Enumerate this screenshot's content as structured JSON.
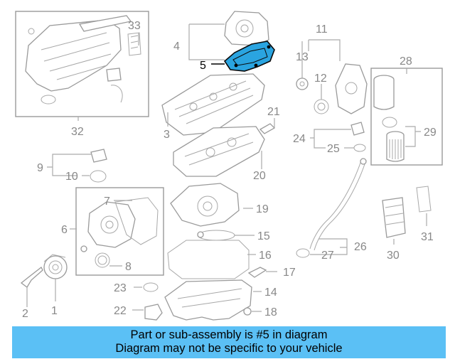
{
  "colors": {
    "highlight": "#2aa4e0",
    "banner": "#5bc0f5",
    "parts": "#9a9a9a"
  },
  "callouts": {
    "c1": "1",
    "c2": "2",
    "c3": "3",
    "c4": "4",
    "c5": "5",
    "c6": "6",
    "c7": "7",
    "c8": "8",
    "c9": "9",
    "c10": "10",
    "c11": "11",
    "c12": "12",
    "c13": "13",
    "c14": "14",
    "c15": "15",
    "c16": "16",
    "c17": "17",
    "c18": "18",
    "c19": "19",
    "c20": "20",
    "c21": "21",
    "c22": "22",
    "c23": "23",
    "c24": "24",
    "c25": "25",
    "c26": "26",
    "c27": "27",
    "c28": "28",
    "c29": "29",
    "c30": "30",
    "c31": "31",
    "c32": "32",
    "c33": "33"
  },
  "banner": {
    "line1": "Part or sub-assembly is #5 in diagram",
    "line2": "Diagram may not be specific to your vehicle"
  }
}
